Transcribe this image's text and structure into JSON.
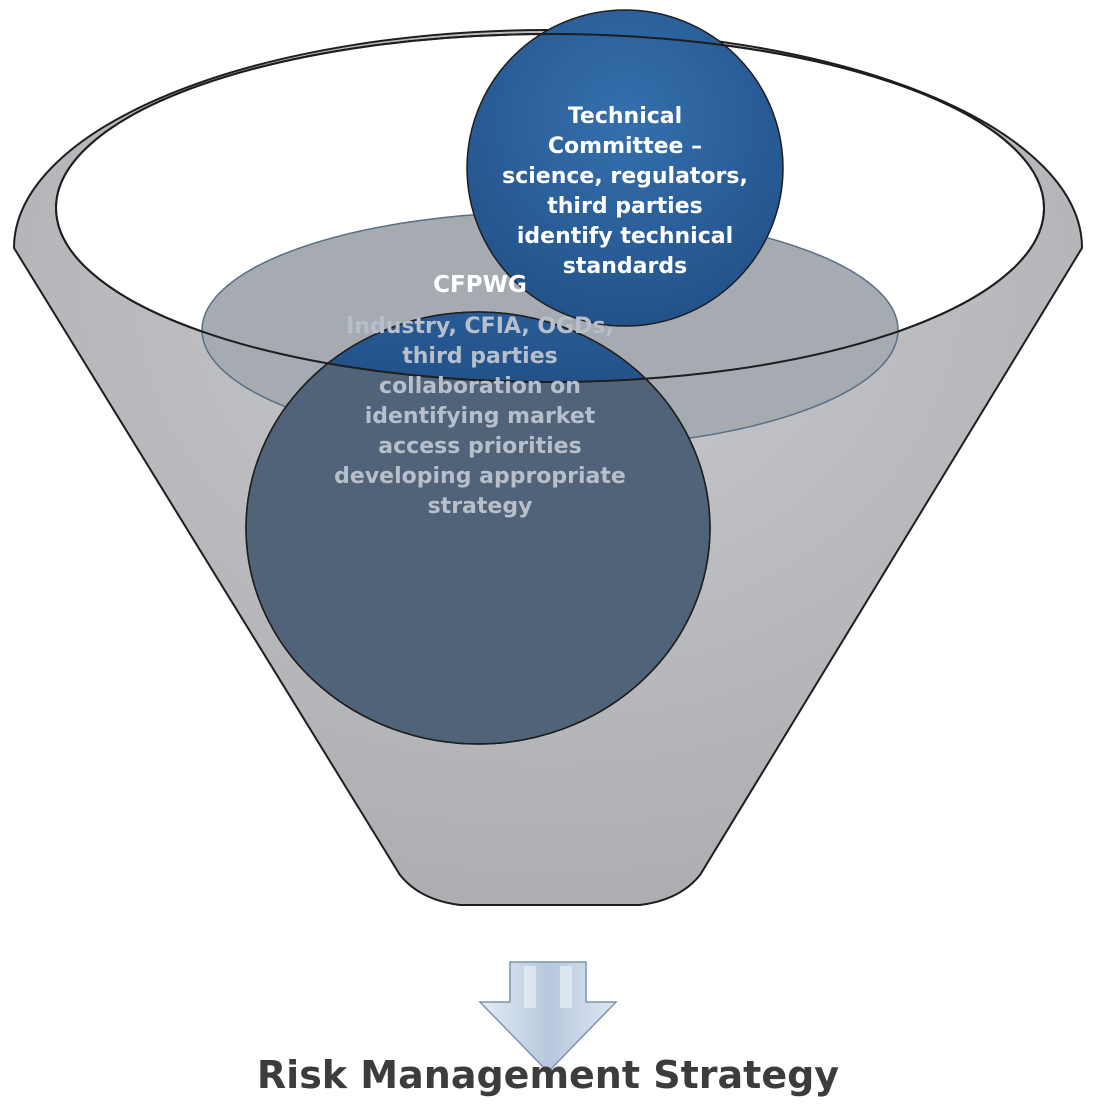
{
  "technical_committee": {
    "lines": [
      "Technical",
      "Committee –",
      "science, regulators,",
      "third parties",
      "identify technical",
      "standards"
    ]
  },
  "cfpwg": {
    "title": "CFPWG",
    "lines": [
      "Industry, CFIA, OGDs,",
      "third parties",
      "collaboration on",
      "identifying market",
      "access priorities",
      "developing appropriate",
      "strategy"
    ]
  },
  "outcome": {
    "label": "Risk Management Strategy"
  },
  "colors": {
    "funnel_fill": "#b9babd",
    "funnel_stroke": "#1e1e1e",
    "circle_blue": "#2f64a0",
    "circle_overlay": "#506378",
    "inner_ellipse": "#a6abb1",
    "arrow_fill": "#c7d5e6",
    "arrow_stroke": "#7f93ad"
  }
}
